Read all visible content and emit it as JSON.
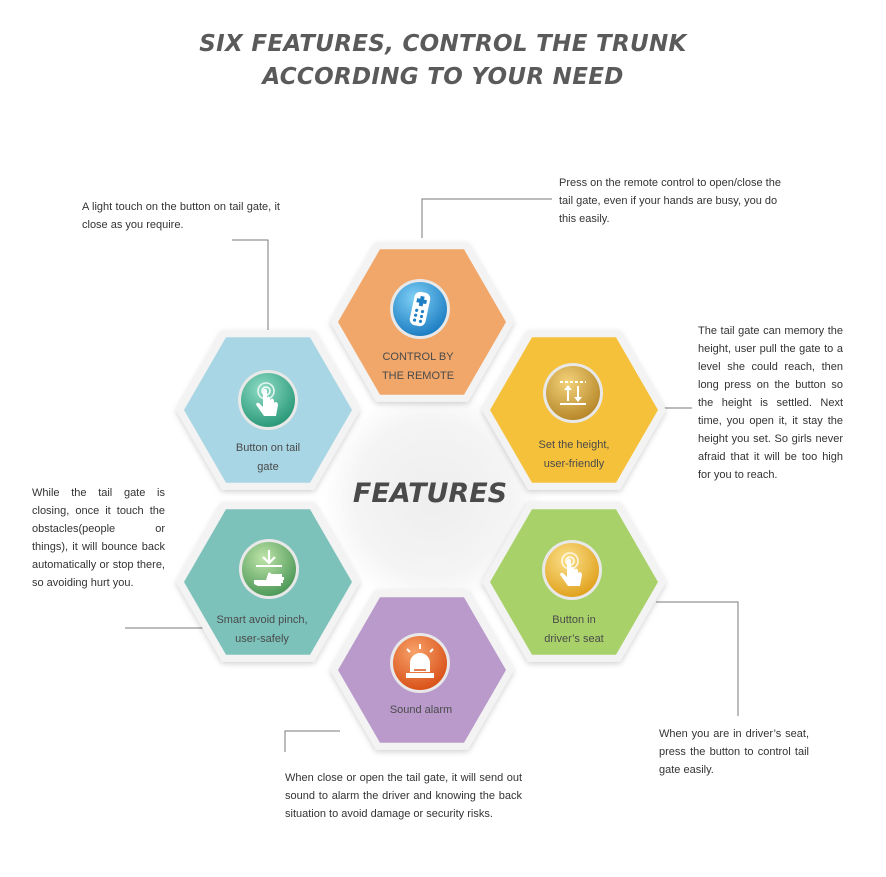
{
  "header": {
    "title_line1": "SIX FEATURES, CONTROL THE TRUNK",
    "title_line2": "ACCORDING TO YOUR NEED"
  },
  "center": {
    "label": "FEATURES"
  },
  "features": {
    "remote": {
      "label_line1": "CONTROL BY",
      "label_line2": "THE REMOTE",
      "color": "#f0a769",
      "icon": "remote-control-icon",
      "description": "Press on the remote control to open/close the tail gate, even if your hands are busy, you do this easily."
    },
    "button_tail": {
      "label_line1": "Button on tail",
      "label_line2": "gate",
      "color": "#a8d6e4",
      "icon": "finger-press-icon",
      "description": "A light touch on the button on tail gate, it close as you require."
    },
    "height": {
      "label_line1": "Set the height,",
      "label_line2": "user-friendly",
      "color": "#f5c13b",
      "icon": "height-adjust-icon",
      "description": "The tail gate can memory the height, user pull the gate to a level she could reach, then long press on the button so the height is settled. Next time, you open it, it stay the height you set. So girls never afraid that it will be too high for you to reach."
    },
    "pinch": {
      "label_line1": "Smart avoid pinch,",
      "label_line2": "user-safely",
      "color": "#7cc2ba",
      "icon": "hand-stop-icon",
      "description": "While the tail gate is closing, once it touch the obstacles(people or things), it will bounce back automatically or stop there, so avoiding hurt you."
    },
    "driver": {
      "label_line1": "Button in",
      "label_line2": "driver’s seat",
      "color": "#a8d16a",
      "icon": "finger-press-icon",
      "description": "When you are in driver’s seat, press the button to control tail gate easily."
    },
    "alarm": {
      "label_line1": "Sound alarm",
      "color": "#b99acb",
      "icon": "alarm-siren-icon",
      "description": "When close or open the tail gate, it will send out sound to alarm the driver and knowing the back situation to avoid damage or security risks."
    }
  }
}
